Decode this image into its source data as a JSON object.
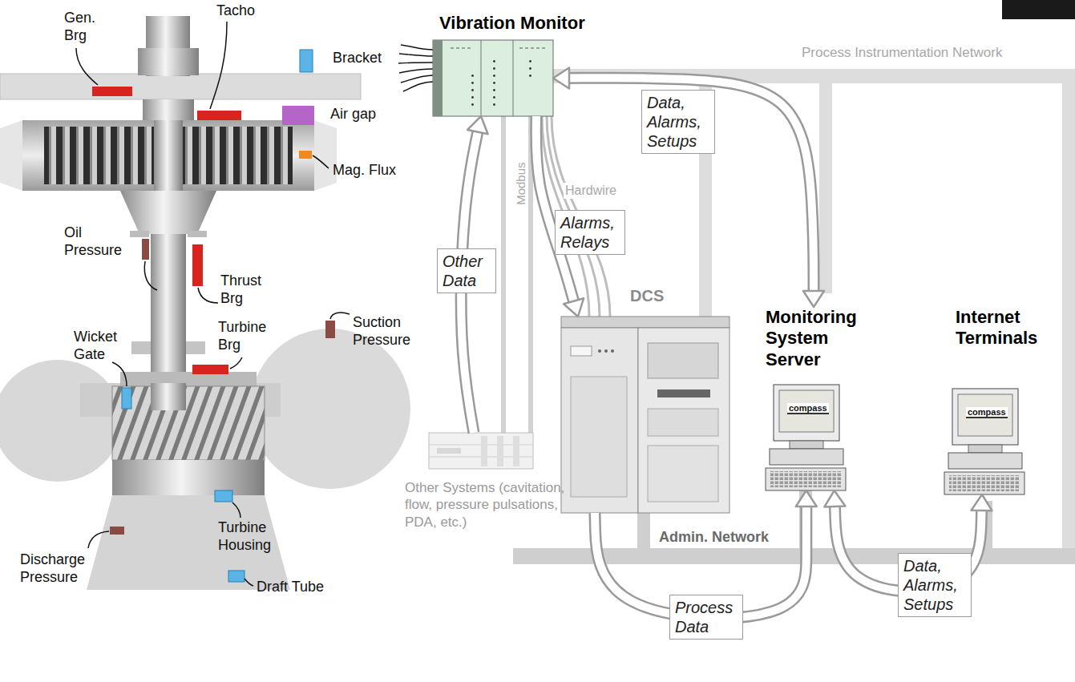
{
  "diagram": {
    "nodes": [
      {
        "text": [
          "Vibration Monitor"
        ]
      },
      {
        "text": [
          "DCS"
        ]
      },
      {
        "text": [
          "Monitoring System Server"
        ]
      },
      {
        "text": [
          "Internet Terminals"
        ]
      },
      {
        "text": [
          "Other Systems (cavitation, flow, pressure pulsations, PDA, etc.)"
        ]
      }
    ],
    "edges": [
      {
        "from": 0,
        "to": 2,
        "label": "Data, Alarms, Setups",
        "arrow": "both"
      },
      {
        "from": 0,
        "to": 1,
        "label": "Alarms, Relays",
        "arrow": "to"
      },
      {
        "from": 4,
        "to": 0,
        "label": "Other Data",
        "arrow": "to"
      },
      {
        "from": 1,
        "to": 2,
        "label": "Process Data",
        "arrow": "to"
      },
      {
        "from": 2,
        "to": 3,
        "label": "Data, Alarms, Setups",
        "arrow": "both"
      }
    ],
    "labels": [
      "Gen. Brg",
      "Tacho",
      "Bracket",
      "Air gap",
      "Mag. Flux",
      "Oil Pressure",
      "Thrust Brg",
      "Wicket Gate",
      "Turbine Brg",
      "Suction Pressure",
      "Turbine Housing",
      "Discharge Pressure",
      "Draft Tube",
      "Process Instrumentation Network",
      "Modbus",
      "Hardwire",
      "Admin. Network",
      "compass",
      "compass"
    ]
  }
}
